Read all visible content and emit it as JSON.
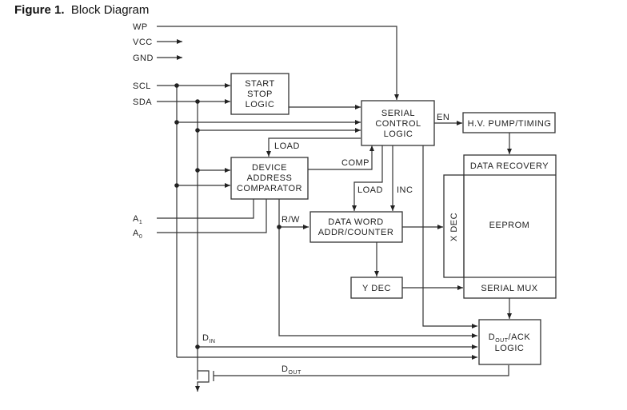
{
  "figure": {
    "number": "Figure 1.",
    "title": "Block Diagram"
  },
  "pins": {
    "wp": "WP",
    "vcc": "VCC",
    "gnd": "GND",
    "scl": "SCL",
    "sda": "SDA",
    "a1": "A",
    "a1_sub": "1",
    "a0": "A",
    "a0_sub": "0"
  },
  "blocks": {
    "start_stop": [
      "START",
      "STOP",
      "LOGIC"
    ],
    "serial_control": [
      "SERIAL",
      "CONTROL",
      "LOGIC"
    ],
    "hv_pump": "H.V. PUMP/TIMING",
    "device_address": [
      "DEVICE",
      "ADDRESS",
      "COMPARATOR"
    ],
    "data_recovery": "DATA RECOVERY",
    "eeprom": "EEPROM",
    "x_dec": "X DEC",
    "data_word": [
      "DATA WORD",
      "ADDR/COUNTER"
    ],
    "y_dec": "Y DEC",
    "serial_mux": "SERIAL MUX",
    "dout_ack": {
      "main": "D",
      "sub": "OUT",
      "rest": "/ACK",
      "line2": "LOGIC"
    }
  },
  "signals": {
    "en": "EN",
    "load_top": "LOAD",
    "comp": "COMP",
    "load_mid": "LOAD",
    "inc": "INC",
    "rw": "R/W",
    "din": "D",
    "din_sub": "IN",
    "dout": "D",
    "dout_sub": "OUT"
  }
}
